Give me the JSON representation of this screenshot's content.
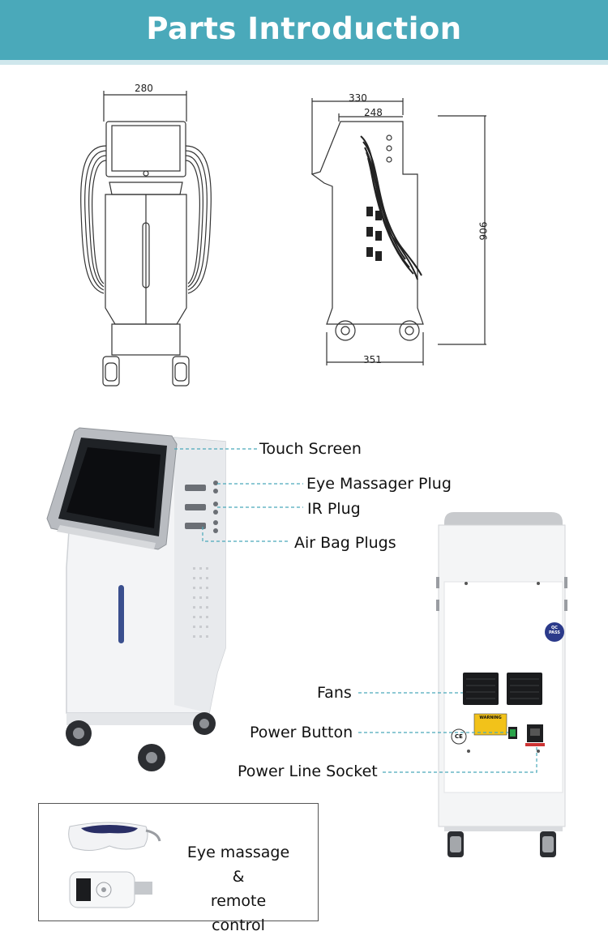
{
  "header": {
    "title": "Parts Introduction",
    "accent": "#4aa9ba"
  },
  "dimensions": {
    "front_width": "280",
    "side_depth_top": "330",
    "side_depth_inner": "248",
    "height": "906",
    "base_depth": "351"
  },
  "callouts": {
    "touch_screen": "Touch Screen",
    "eye_massager_plug": "Eye Massager Plug",
    "ir_plug": "IR Plug",
    "air_bag_plugs": "Air Bag Plugs",
    "fans": "Fans",
    "power_button": "Power Button",
    "power_line_socket": "Power Line Socket"
  },
  "accessory": {
    "line1": "Eye massage &",
    "line2": "remote control"
  },
  "badges": {
    "qc_top": "QC",
    "qc_bottom": "PASS",
    "warning": "WARNING",
    "ce": "CE"
  }
}
